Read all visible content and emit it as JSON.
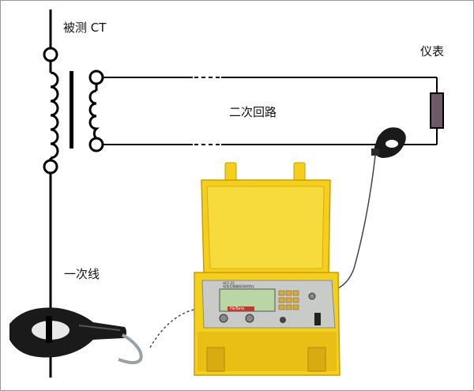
{
  "labels": {
    "ct_under_test": "被测 CT",
    "meter": "仪表",
    "secondary_loop": "二次回路",
    "primary_line": "一次线"
  },
  "device": {
    "model_text": "HCF-32",
    "caption_text": "电流互感器现场校验仪",
    "brand_text": "HeTone"
  },
  "colors": {
    "line": "#000000",
    "case_yellow": "#f4cf1c",
    "case_shadow": "#c99c0a",
    "panel_grey": "#c9cbc8",
    "lcd": "#b9d6a4",
    "meter_body": "#6e5a66",
    "clamp": "#1a1a1a"
  }
}
